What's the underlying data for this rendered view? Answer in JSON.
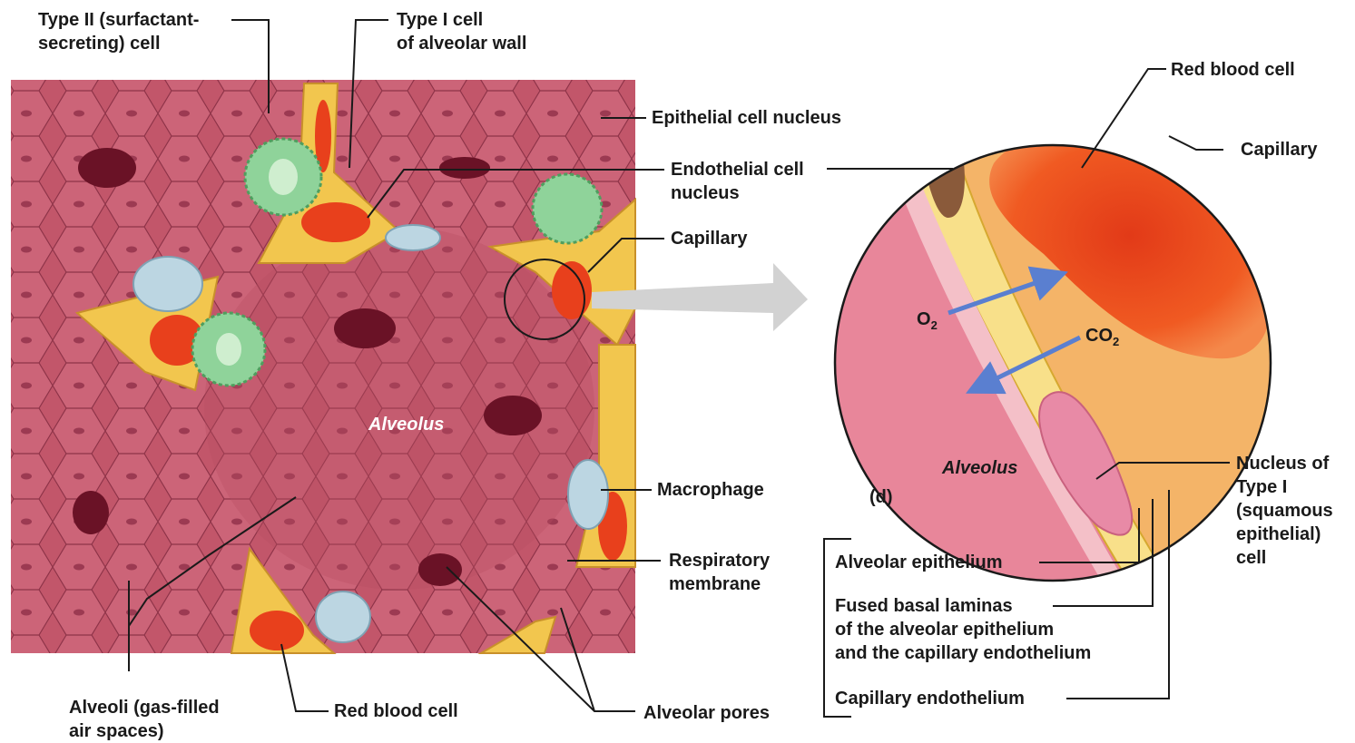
{
  "labels": {
    "type2_line1": "Type II (surfactant-",
    "type2_line2": "secreting) cell",
    "type1_line1": "Type I cell",
    "type1_line2": "of alveolar wall",
    "epithelial_nucleus": "Epithelial cell nucleus",
    "endothelial_line1": "Endothelial cell",
    "endothelial_line2": "nucleus",
    "capillary_left": "Capillary",
    "alveolus_left": "Alveolus",
    "macrophage": "Macrophage",
    "resp_line1": "Respiratory",
    "resp_line2": "membrane",
    "alveoli_line1": "Alveoli (gas-filled",
    "alveoli_line2": "air spaces)",
    "rbc_bottom": "Red blood cell",
    "alveolar_pores": "Alveolar pores",
    "rbc_top": "Red blood cell",
    "capillary_right": "Capillary",
    "o2": "O",
    "o2_sub": "2",
    "co2": "CO",
    "co2_sub": "2",
    "alveolus_right": "Alveolus",
    "panel_d": "(d)",
    "nucleus_line1": "Nucleus of",
    "nucleus_line2": "Type I",
    "nucleus_line3": "(squamous",
    "nucleus_line4": "epithelial)",
    "nucleus_line5": "cell",
    "alveolar_epithelium": "Alveolar epithelium",
    "fused_line1": "Fused basal laminas",
    "fused_line2": "of the alveolar epithelium",
    "fused_line3": "and the capillary endothelium",
    "capillary_endothelium": "Capillary endothelium"
  },
  "colors": {
    "alveolar_tissue": "#c2566a",
    "capillary_wall": "#f2c64e",
    "red_blood_cell": "#e8401c",
    "type2_cell": "#8fd39a",
    "macrophage": "#bcd6e2",
    "capillary_lumen": "#f4b468",
    "arrow": "#5a7fd0"
  }
}
